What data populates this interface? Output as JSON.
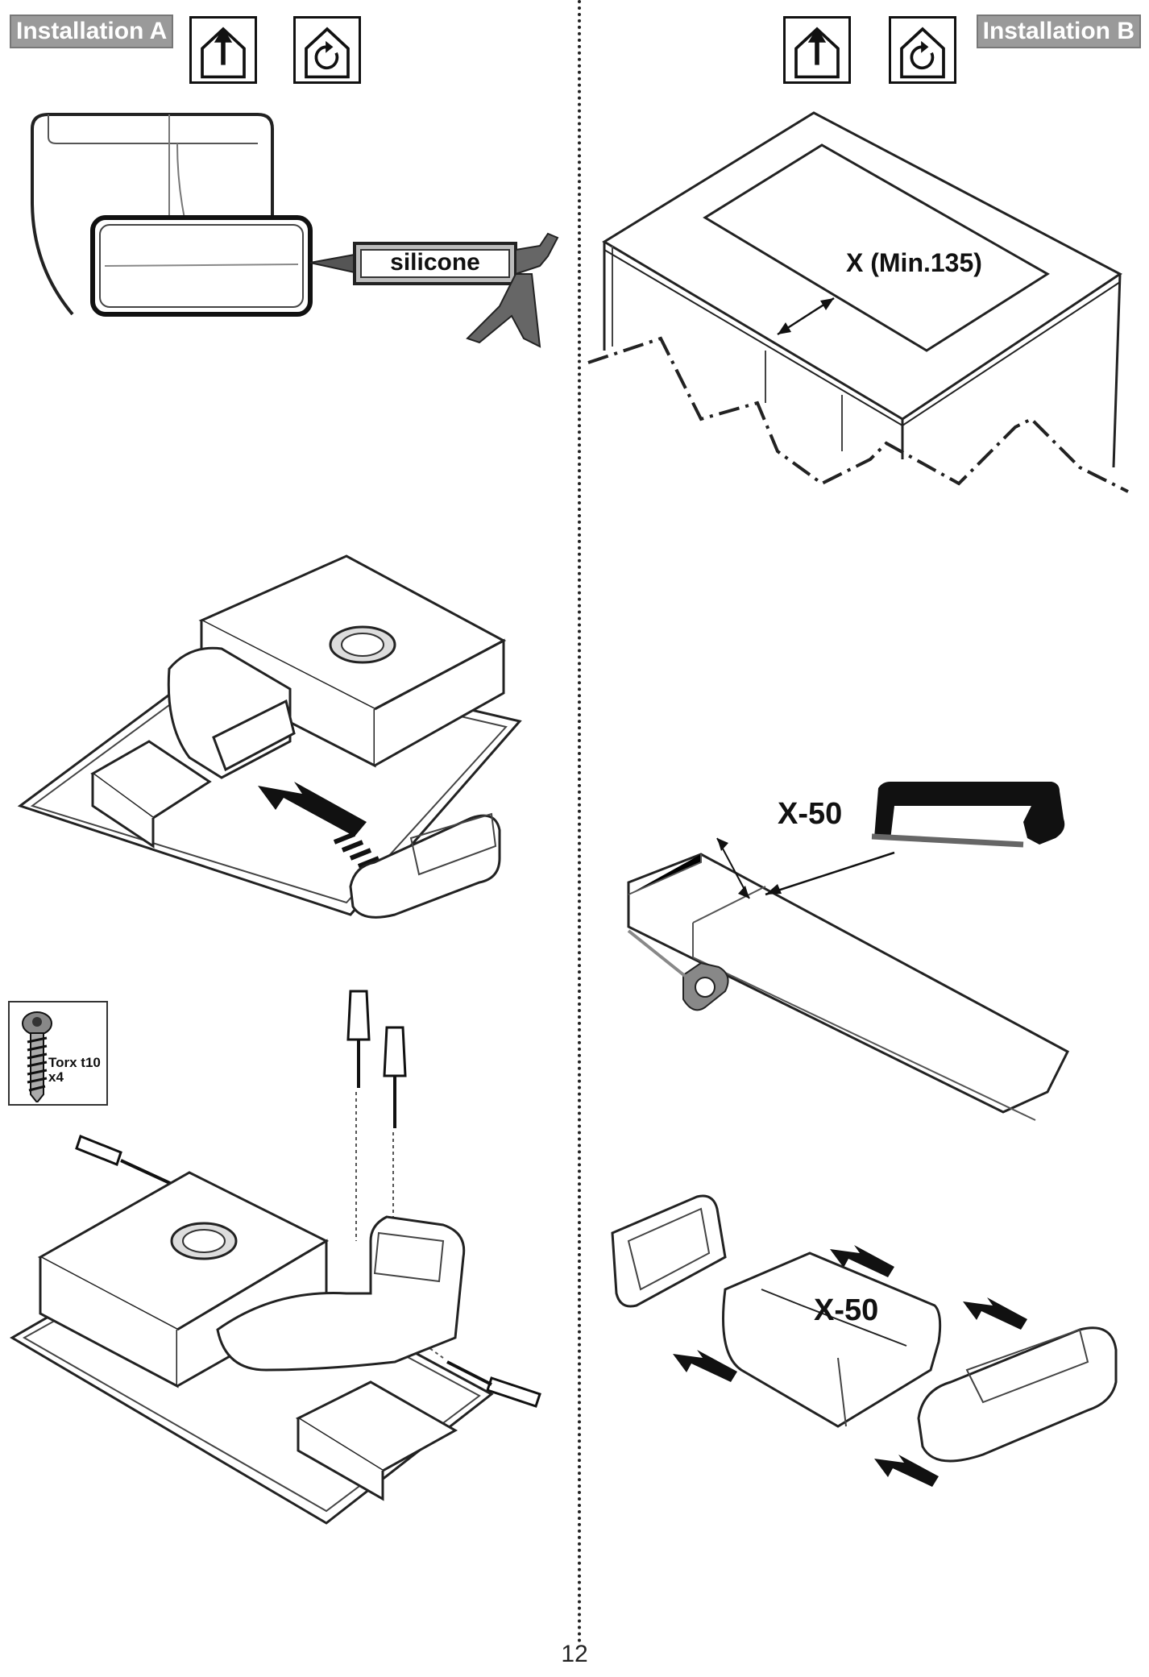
{
  "installation_a_label": "Installation A",
  "installation_b_label": "Installation B",
  "silicone_label": "silicone",
  "min_distance_label": "X (Min.135)",
  "cut_length_label": "X-50",
  "duct_length_label": "X-50",
  "screw": {
    "type_label": "Torx t10",
    "quantity_label": "x4"
  },
  "page_number": "12",
  "icons": {
    "exhaust_out": "house-arrow-up-icon",
    "recirculation": "house-recirculation-icon"
  }
}
